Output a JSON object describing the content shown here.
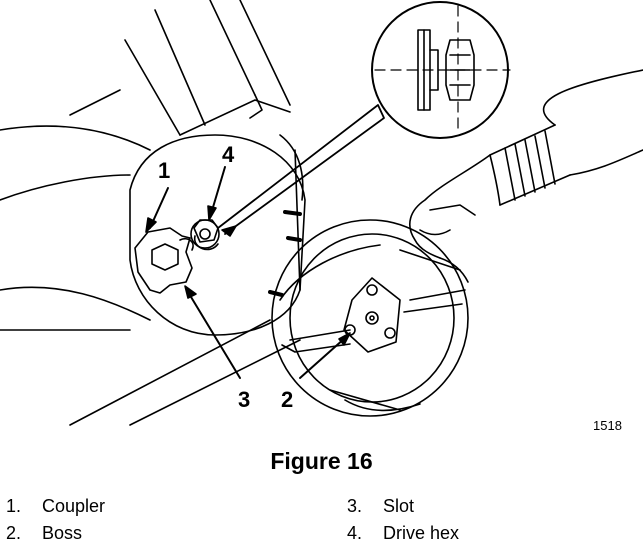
{
  "figure": {
    "callouts": {
      "c1": "1",
      "c2": "2",
      "c3": "3",
      "c4": "4"
    },
    "reference_number": "1518",
    "caption": "Figure 16"
  },
  "legend": [
    {
      "number": "1.",
      "label": "Coupler"
    },
    {
      "number": "2.",
      "label": "Boss"
    },
    {
      "number": "3.",
      "label": "Slot"
    },
    {
      "number": "4.",
      "label": "Drive hex"
    }
  ]
}
